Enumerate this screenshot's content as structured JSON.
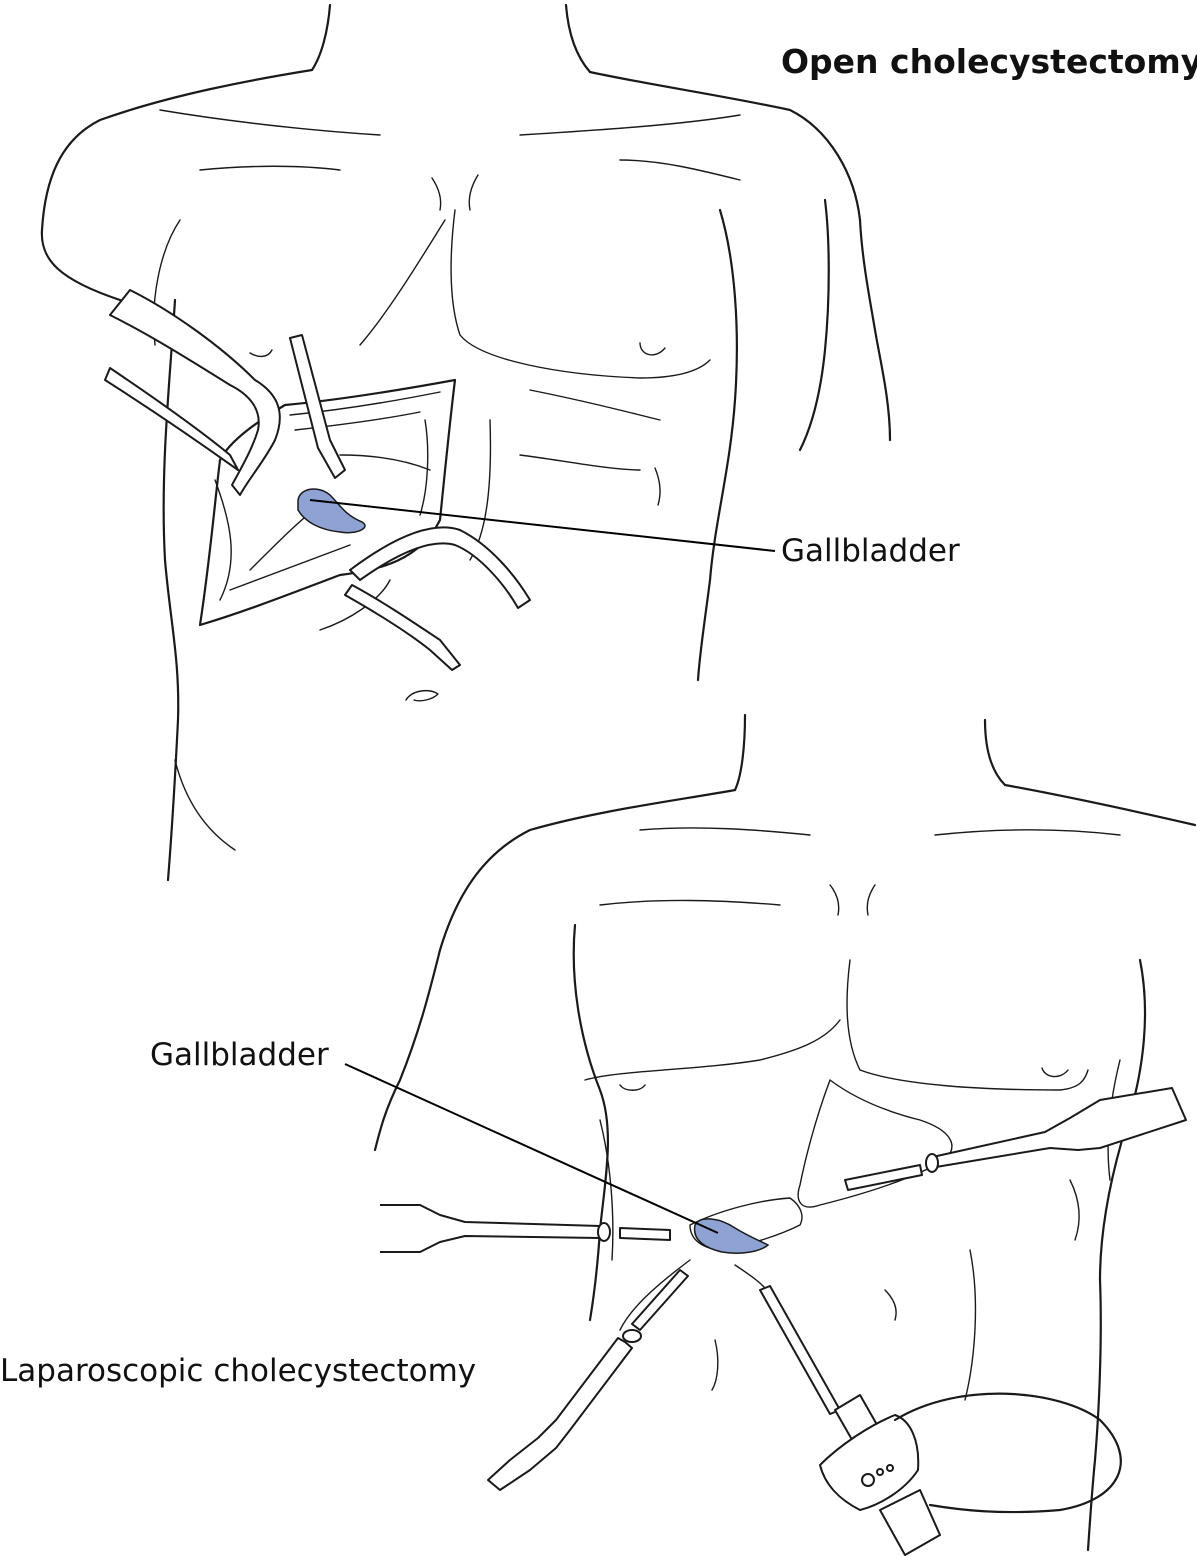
{
  "open": {
    "title": "Open cholecystectomy",
    "gallbladder_label": "Gallbladder"
  },
  "laparoscopic": {
    "title": "Laparoscopic cholecystectomy",
    "gallbladder_label": "Gallbladder"
  },
  "colors": {
    "gallbladder_fill": "#8ea3d4",
    "line_ink": "#1a1a1a",
    "background": "#ffffff"
  }
}
